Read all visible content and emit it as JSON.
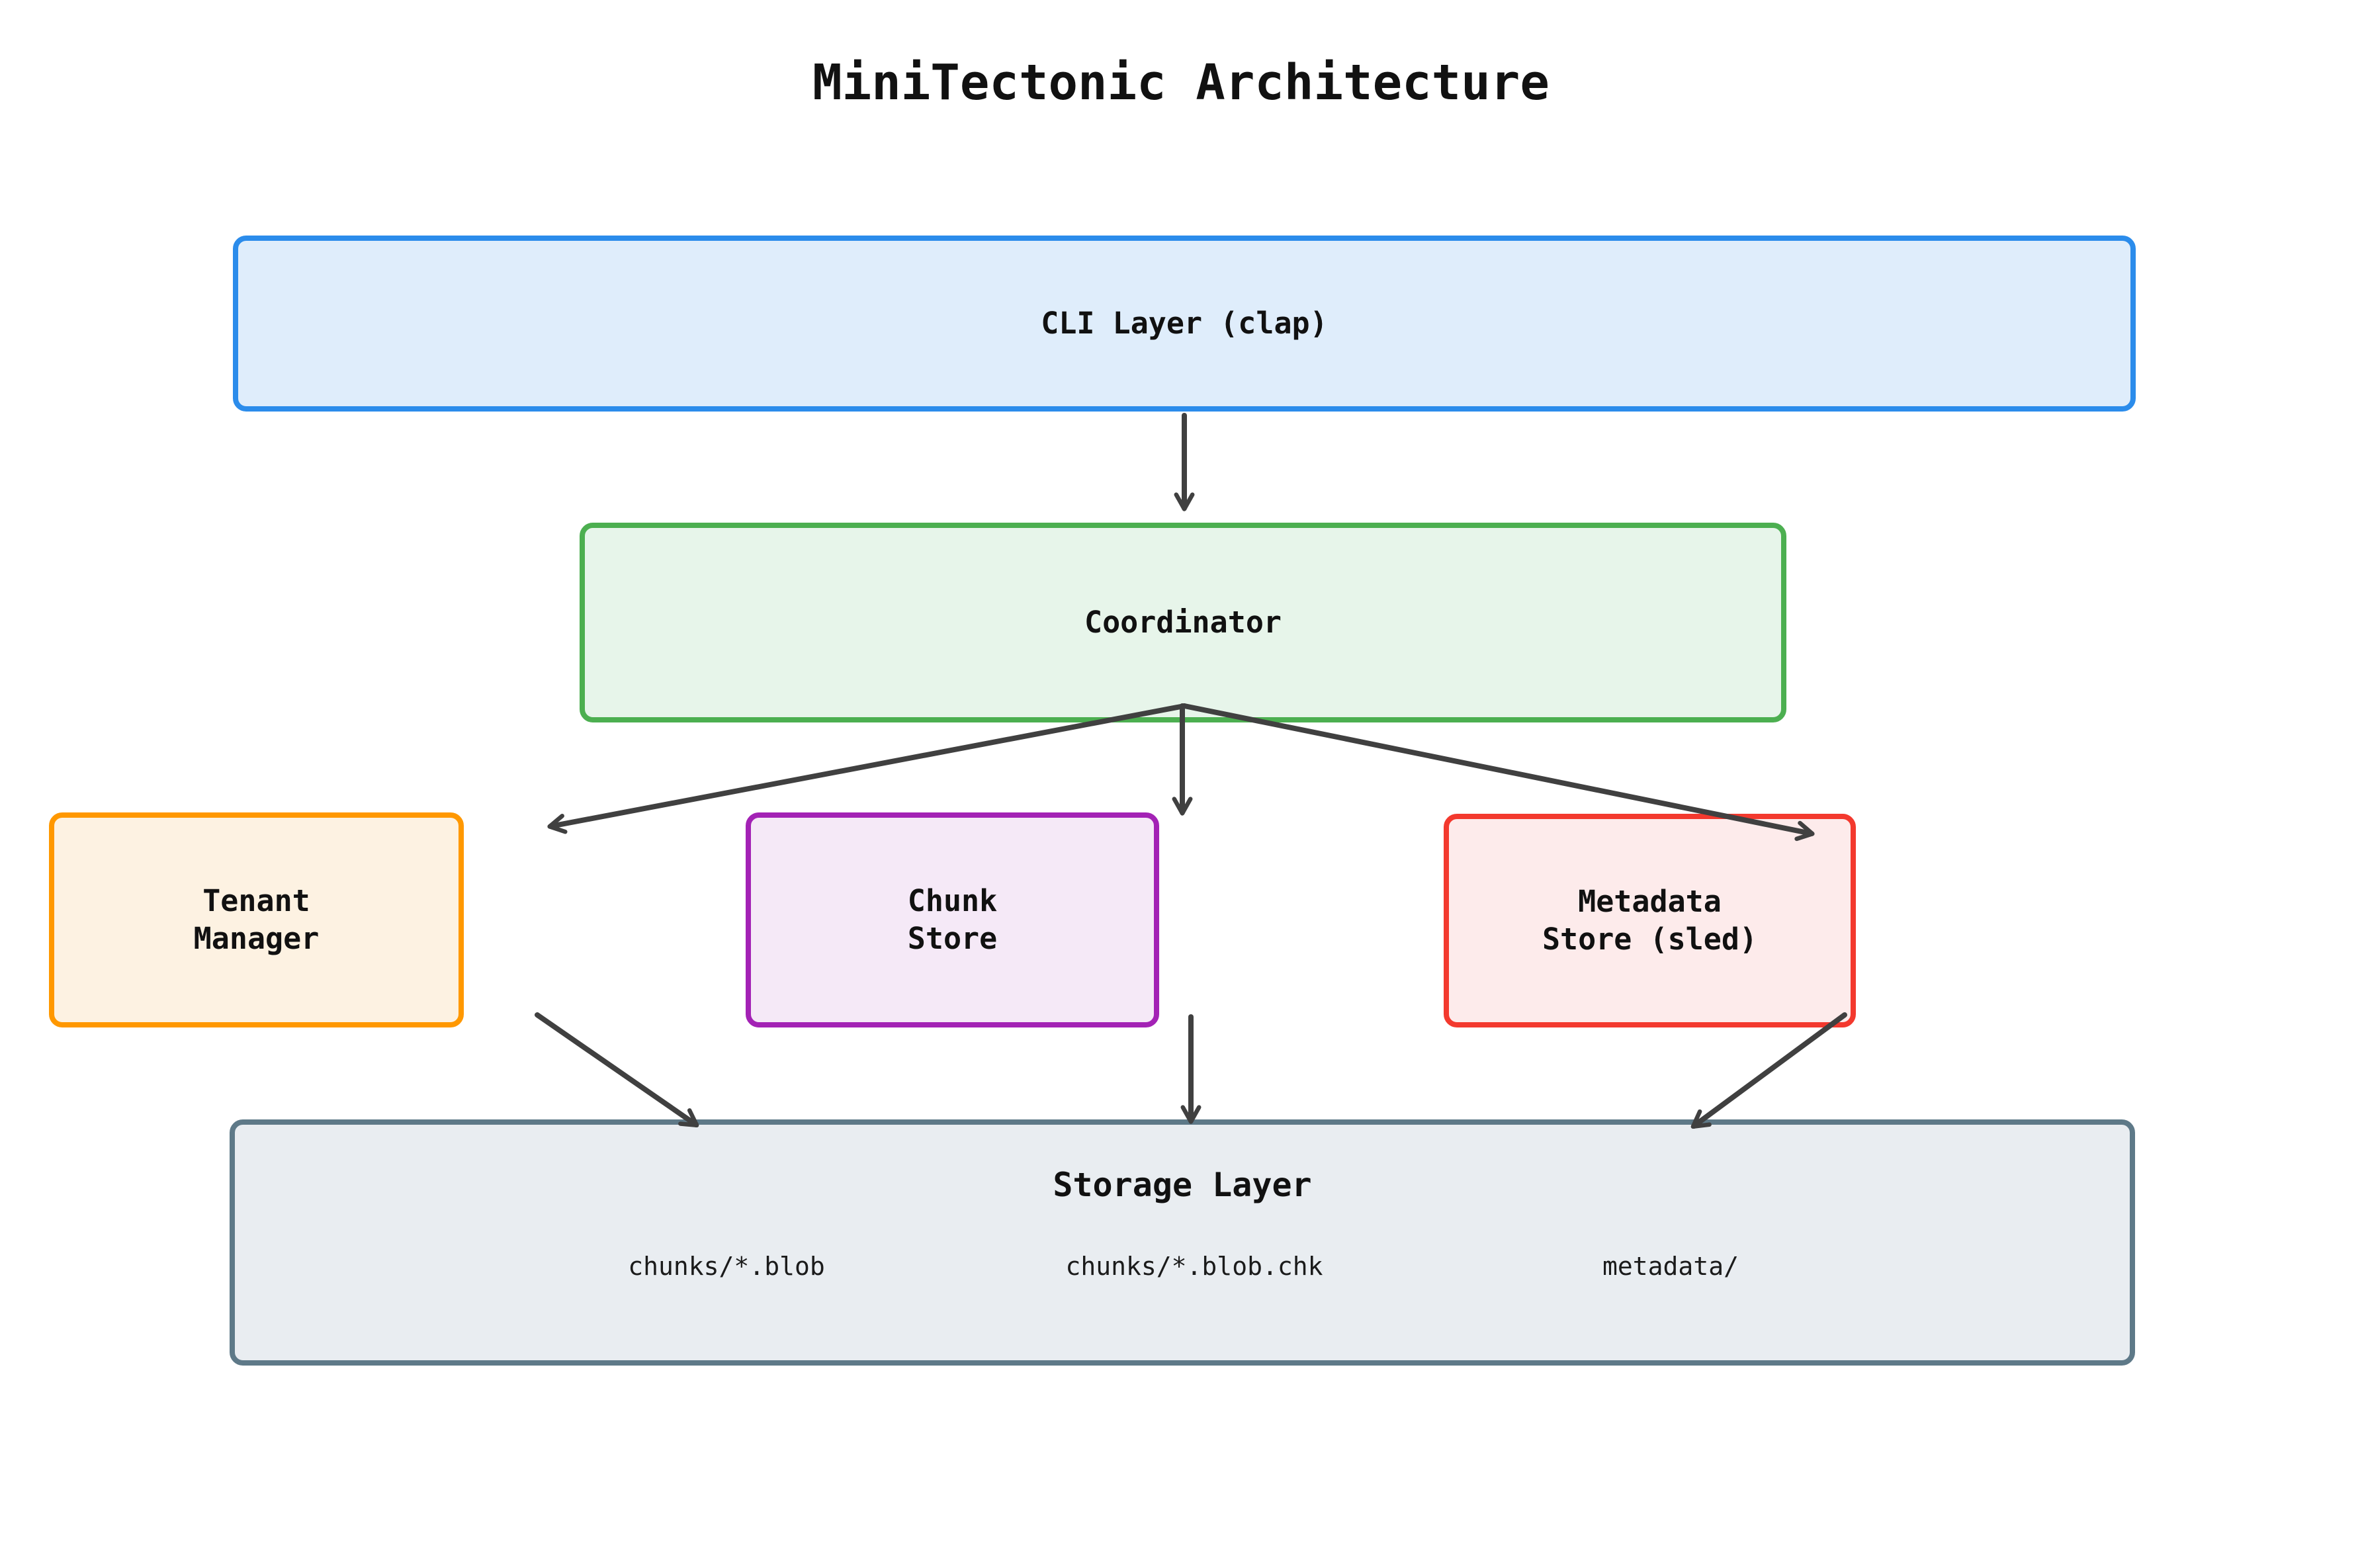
{
  "title": "MiniTectonic Architecture",
  "diagram": {
    "nodes": {
      "cli": {
        "label": "CLI Layer (clap)",
        "border_color": "#2b8ceb",
        "fill_color": "#dfedfb"
      },
      "coordinator": {
        "label": "Coordinator",
        "border_color": "#4caf50",
        "fill_color": "#e7f5ea"
      },
      "tenant_manager": {
        "label": "Tenant\nManager",
        "border_color": "#ff9800",
        "fill_color": "#fdf2e2"
      },
      "chunk_store": {
        "label": "Chunk\nStore",
        "border_color": "#a322b5",
        "fill_color": "#f5e9f7"
      },
      "metadata_store": {
        "label": "Metadata\nStore (sled)",
        "border_color": "#f3392e",
        "fill_color": "#fdebeb"
      },
      "storage": {
        "label": "Storage Layer",
        "border_color": "#5e7988",
        "fill_color": "#e9edf1",
        "files": [
          "chunks/*.blob",
          "chunks/*.blob.chk",
          "metadata/"
        ]
      }
    },
    "edges": [
      {
        "from": "cli",
        "to": "coordinator"
      },
      {
        "from": "coordinator",
        "to": "tenant_manager"
      },
      {
        "from": "coordinator",
        "to": "chunk_store"
      },
      {
        "from": "coordinator",
        "to": "metadata_store"
      },
      {
        "from": "tenant_manager",
        "to": "storage"
      },
      {
        "from": "chunk_store",
        "to": "storage"
      },
      {
        "from": "metadata_store",
        "to": "storage"
      }
    ],
    "edge_color": "#404040"
  }
}
